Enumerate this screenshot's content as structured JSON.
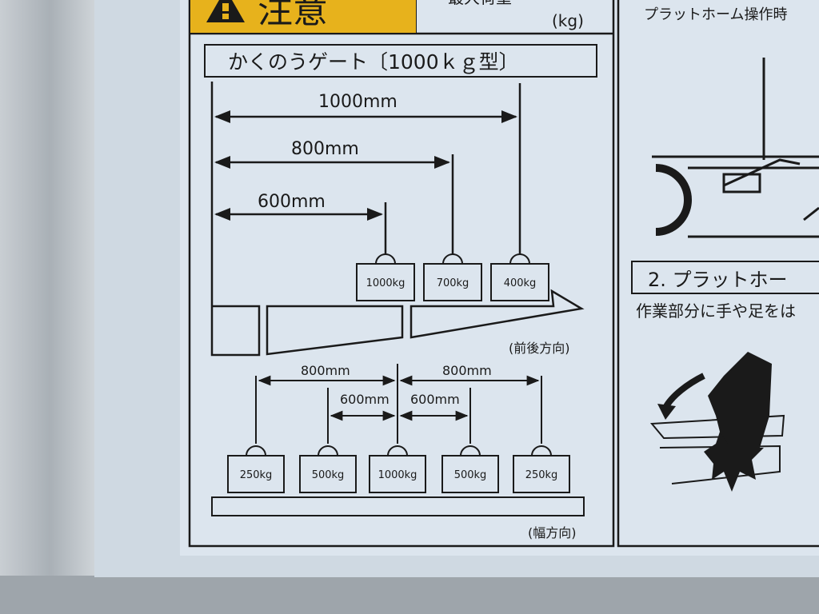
{
  "header": {
    "warning_title": "注意",
    "column_title_partial": "最大荷重",
    "column_unit": "(kg)",
    "right_caption": "プラットホーム操作時"
  },
  "gate_section": {
    "title": "かくのうゲート〔1000ｋｇ型〕",
    "front_back": {
      "distances": [
        "1000mm",
        "800mm",
        "600mm"
      ],
      "weights": [
        "1000kg",
        "700kg",
        "400kg"
      ],
      "direction_label": "(前後方向)"
    },
    "width": {
      "distances": [
        "800mm",
        "600mm",
        "600mm",
        "800mm"
      ],
      "weights": [
        "250kg",
        "500kg",
        "1000kg",
        "500kg",
        "250kg"
      ],
      "direction_label": "(幅方向)"
    }
  },
  "right_section": {
    "step_title": "2. プラットホー",
    "instruction": "作業部分に手や足をは"
  },
  "colors": {
    "label_bg": "#dce5ee",
    "warning_yellow": "#e7b21c",
    "ink": "#1a1a1a",
    "frame": "#aeb5bb"
  }
}
